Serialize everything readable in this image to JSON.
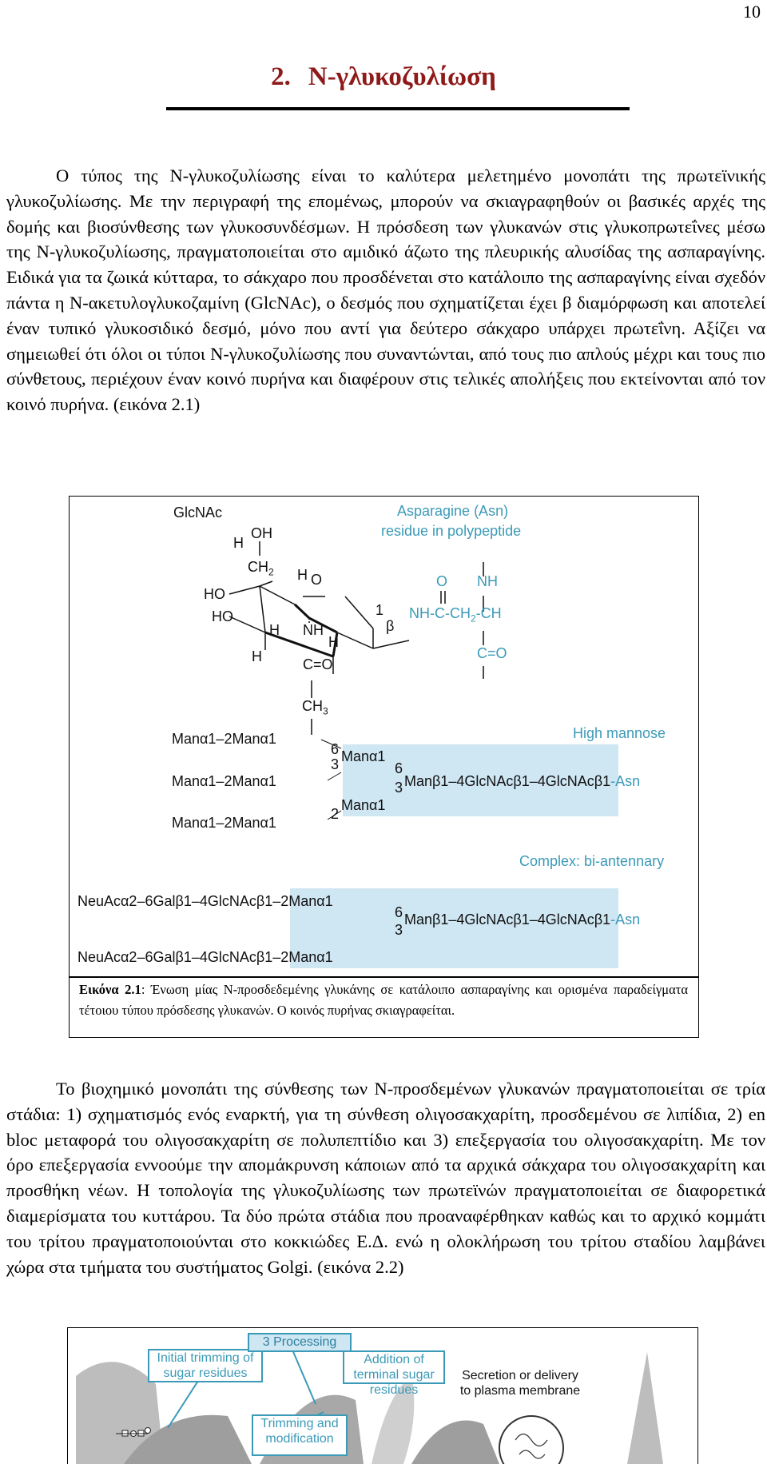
{
  "page": {
    "number": "10"
  },
  "heading": {
    "number": "2.",
    "title": "N-γλυκοζυλίωση"
  },
  "paragraph1": "Ο τύπος της Ν-γλυκοζυλίωσης είναι το καλύτερα μελετημένο μονοπάτι της πρωτεϊνικής γλυκοζυλίωσης. Με την περιγραφή της επομένως, μπορούν να σκιαγραφηθούν οι βασικές αρχές της δομής και βιοσύνθεσης των γλυκοσυνδέσμων. Η πρόσδεση των γλυκανών στις γλυκοπρωτεΐνες μέσω της Ν-γλυκοζυλίωσης, πραγματοποιείται στο αμιδικό άζωτο της πλευρικής αλυσίδας της ασπαραγίνης. Ειδικά για τα ζωικά κύτταρα, το σάκχαρο που προσδένεται στο κατάλοιπο της ασπαραγίνης είναι σχεδόν πάντα η Ν-ακετυλογλυκοζαμίνη (GlcNAc), ο δεσμός που σχηματίζεται έχει β διαμόρφωση και αποτελεί έναν τυπικό γλυκοσιδικό δεσμό, μόνο που αντί για δεύτερο σάκχαρο υπάρχει πρωτεΐνη. Αξίζει να σημειωθεί ότι όλοι οι τύποι Ν-γλυκοζυλίωσης που συναντώνται, από τους πιο απλούς μέχρι και τους πιο σύνθετους, περιέχουν έναν κοινό πυρήνα και διαφέρουν στις τελικές απολήξεις που εκτείνονται από τον κοινό πυρήνα. (εικόνα 2.1)",
  "figure1": {
    "structure": {
      "glcnac": "GlcNAc",
      "asn_line1": "Asparagine (Asn)",
      "asn_line2": "residue in polypeptide",
      "atoms": {
        "h_top": "H",
        "oh_top": "OH",
        "ch2": "CH",
        "ch2_sub": "2",
        "h_o": "H",
        "o_ring": "O",
        "ho1": "HO",
        "ho2": "HO",
        "h_left": "H",
        "h_bottom": "H",
        "nh": "NH",
        "h_right": "H",
        "c1": "1",
        "beta": "β",
        "c_eq_o": "C=O",
        "ch3": "CH",
        "ch3_sub": "3",
        "o_asn": "O",
        "nh_asn": "NH",
        "chain_a": "NH-C-CH",
        "chain_sub": "2",
        "chain_b": "-CH",
        "co_asn": "C=O"
      }
    },
    "high_mannose": {
      "label": "High mannose",
      "branch1": "Manα1–2Manα1",
      "branch2": "Manα1–2Manα1",
      "branch3": "Manα1–2Manα1",
      "pos6a": "6",
      "pos3a": "3",
      "man_upper": "Manα1",
      "pos6b": "6",
      "pos3b": "3",
      "pos2": "2",
      "man_lower": "Manα1",
      "core": "Manβ1–4GlcNAcβ1–4GlcNAcβ1",
      "asn": "-Asn"
    },
    "complex": {
      "label": "Complex: bi-antennary",
      "branch1": "NeuAcα2–6Galβ1–4GlcNAcβ1–2Manα1",
      "branch2": "NeuAcα2–6Galβ1–4GlcNAcβ1–2Manα1",
      "pos6": "6",
      "pos3": "3",
      "core": "Manβ1–4GlcNAcβ1–4GlcNAcβ1",
      "asn": "-Asn"
    },
    "caption_label": "Εικόνα 2.1",
    "caption_text": ": Ένωση μίας Ν-προσδεδεμένης γλυκάνης σε κατάλοιπο ασπαραγίνης και ορισμένα παραδείγματα τέτοιου τύπου πρόσδεσης γλυκανών. Ο κοινός πυρήνας σκιαγραφείται."
  },
  "paragraph2": "Το βιοχημικό μονοπάτι της σύνθεσης των Ν-προσδεμένων γλυκανών πραγματοποιείται σε τρία στάδια: 1) σχηματισμός ενός εναρκτή, για τη σύνθεση ολιγοσακχαρίτη, προσδεμένου σε λιπίδια, 2) en bloc μεταφορά του ολιγοσακχαρίτη σε πολυπεπτίδιο και 3) επεξεργασία του ολιγοσακχαρίτη. Με τον όρο επεξεργασία εννοούμε την απομάκρυνση κάποιων από τα αρχικά σάκχαρα του ολιγοσακχαρίτη και προσθήκη νέων. Η τοπολογία της γλυκοζυλίωσης των πρωτεϊνών πραγματοποιείται σε διαφορετικά διαμερίσματα του κυττάρου. Τα δύο πρώτα στάδια που προαναφέρθηκαν καθώς και το αρχικό κομμάτι του τρίτου πραγματοποιούνται στο κοκκιώδες Ε.Δ. ενώ η ολοκλήρωση του τρίτου σταδίου λαμβάνει χώρα στα τμήματα του συστήματος Golgi. (εικόνα 2.2)",
  "figure2": {
    "processing": "3 Processing",
    "initial_trimming": "Initial trimming of sugar residues",
    "addition": "Addition of terminal sugar residues",
    "secretion": "Secretion or delivery to plasma membrane",
    "trimming": "Trimming and modification"
  },
  "colors": {
    "heading": "#8e1a1a",
    "accent": "#3b9ab8",
    "core_box": "#cfe6f3"
  }
}
